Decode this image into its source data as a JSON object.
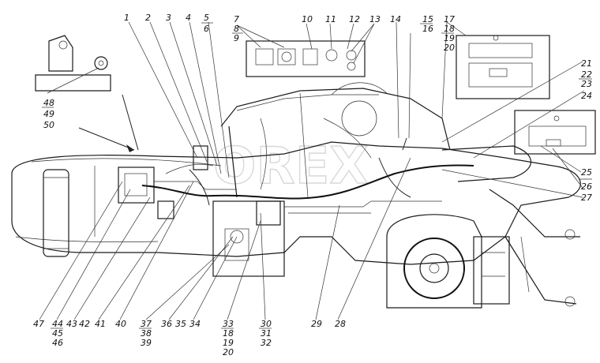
{
  "diagram": {
    "watermark": "OREX",
    "callouts": [
      "1",
      "2",
      "3",
      "4",
      "5",
      "6",
      "7",
      "8",
      "9",
      "10",
      "11",
      "12",
      "13",
      "14",
      "15",
      "16",
      "17",
      "18",
      "19",
      "20",
      "21",
      "22",
      "23",
      "24",
      "25",
      "26",
      "27",
      "28",
      "29",
      "30",
      "31",
      "32",
      "33",
      "18",
      "19",
      "20",
      "34",
      "35",
      "36",
      "37",
      "38",
      "39",
      "40",
      "41",
      "42",
      "43",
      "44",
      "45",
      "46",
      "47",
      "48",
      "49",
      "50"
    ]
  }
}
